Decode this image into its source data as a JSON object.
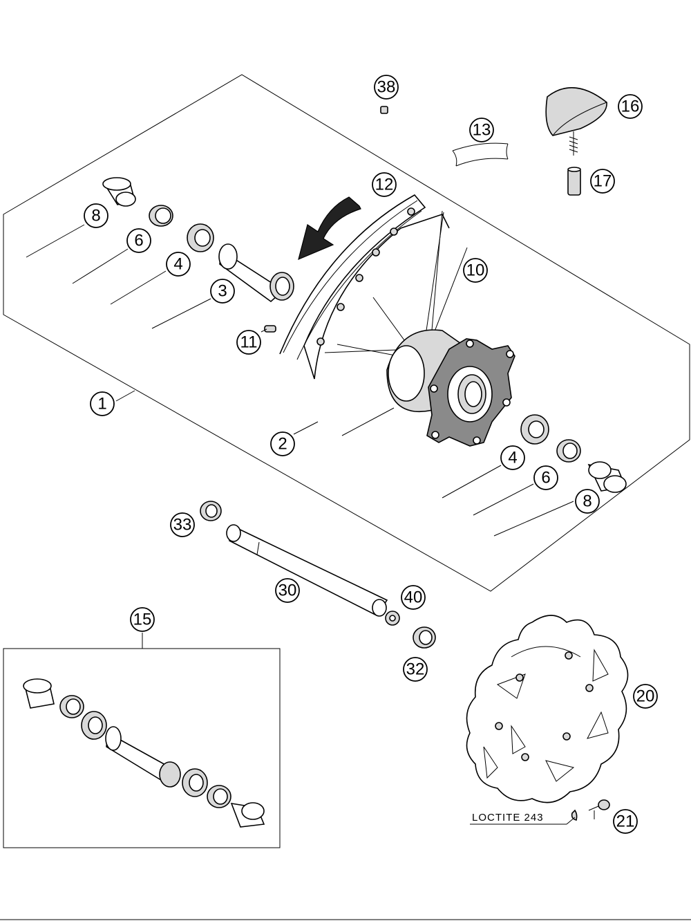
{
  "diagram": {
    "callouts": {
      "c38": "38",
      "c16": "16",
      "c13": "13",
      "c17": "17",
      "c12": "12",
      "c8a": "8",
      "c6a": "6",
      "c4a": "4",
      "c3": "3",
      "c10": "10",
      "c11": "11",
      "c1": "1",
      "c2": "2",
      "c4b": "4",
      "c6b": "6",
      "c8b": "8",
      "c33": "33",
      "c30": "30",
      "c40": "40",
      "c15": "15",
      "c32": "32",
      "c20": "20",
      "c21": "21"
    },
    "note": "LOCTITE 243"
  }
}
